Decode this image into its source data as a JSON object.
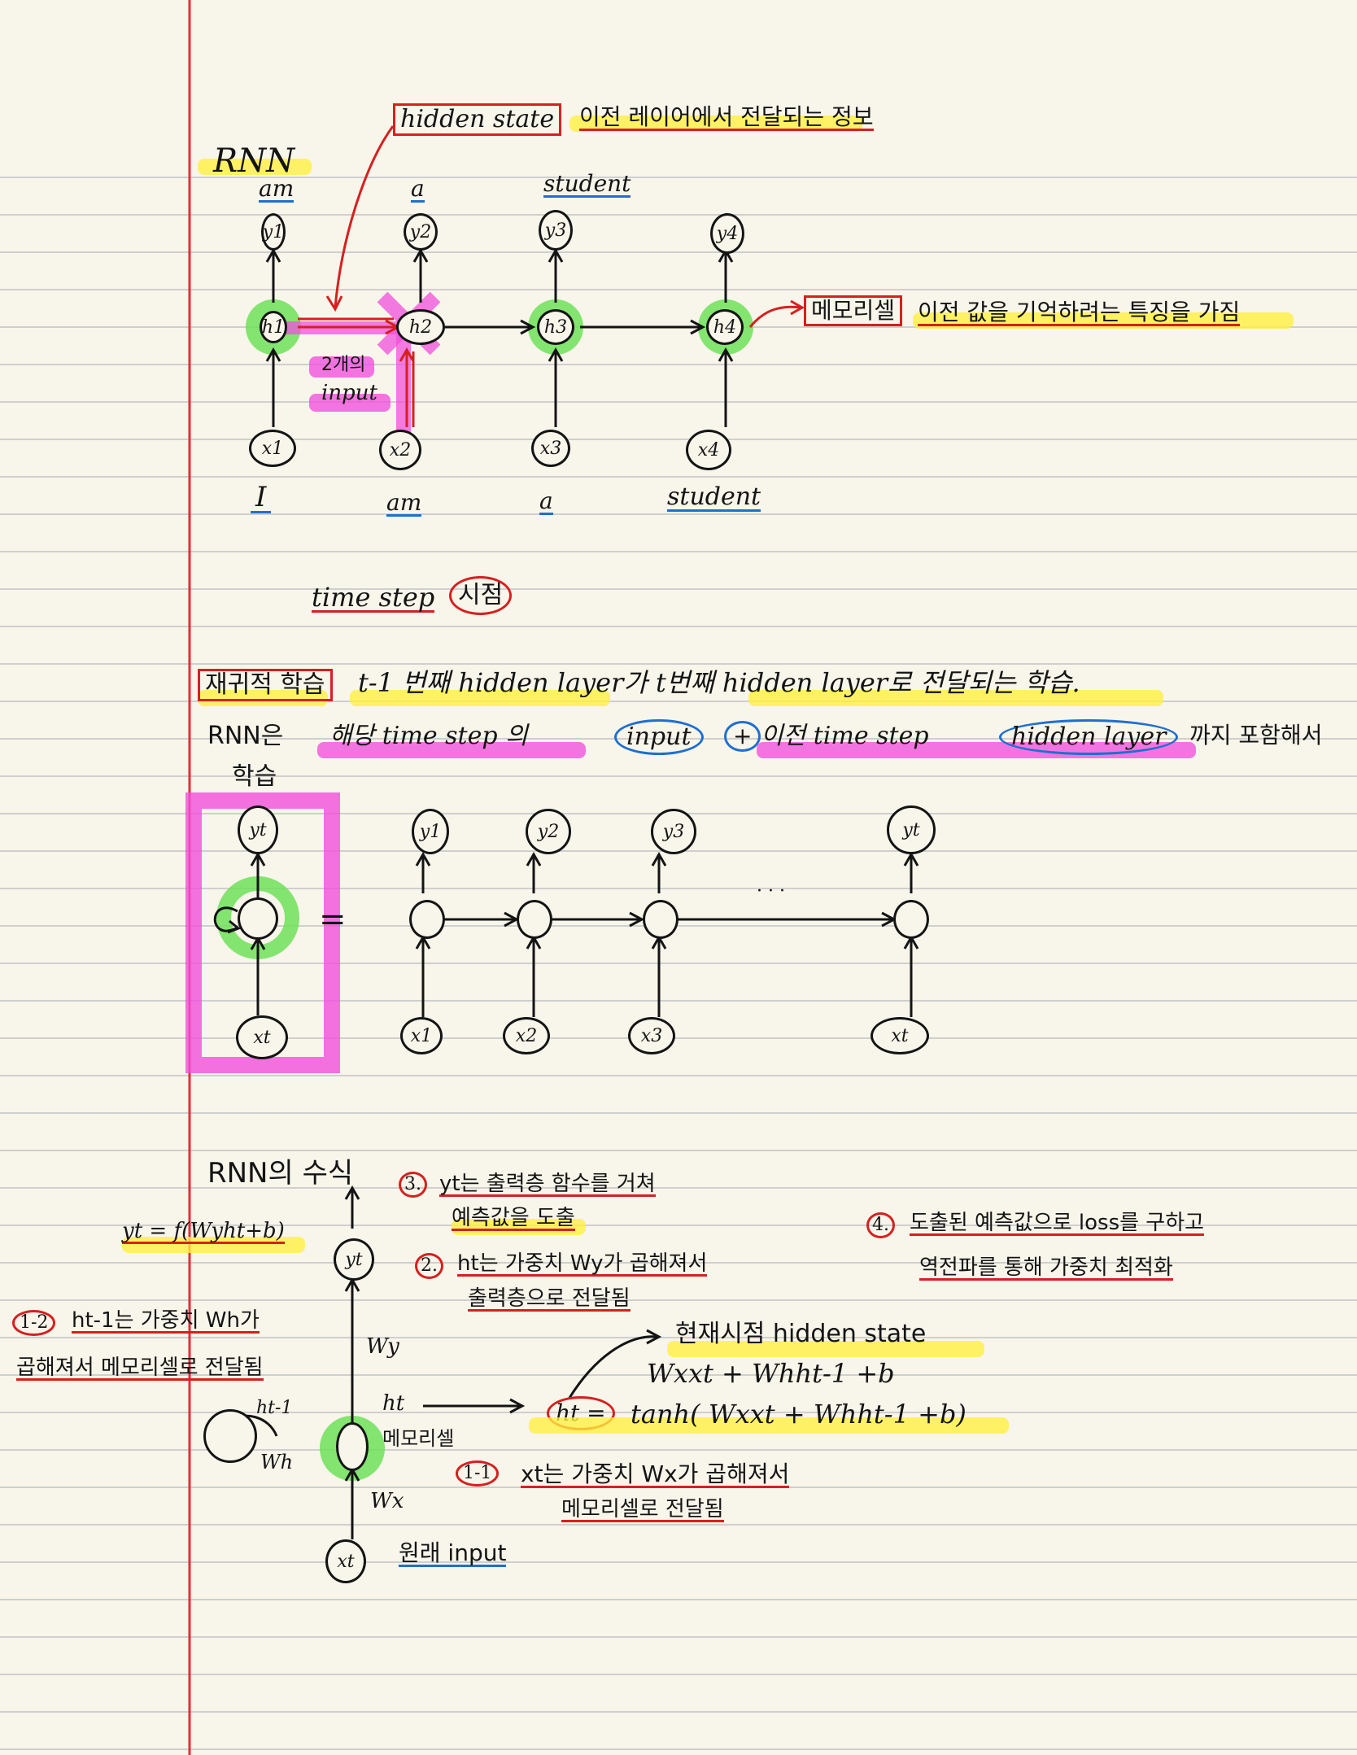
{
  "rnn_section": {
    "title": "RNN",
    "hidden_state_label": "hidden state",
    "hidden_state_desc": "이전 레이어에서 전달되는 정보",
    "memory_cell_label": "메모리셀",
    "memory_cell_desc": "이전 값을 기억하려는 특징을 가짐",
    "two_input_line1": "2개의",
    "two_input_line2": "input",
    "top_words": [
      "am",
      "a",
      "student"
    ],
    "bottom_words": [
      "I",
      "am",
      "a",
      "student"
    ],
    "y_nodes": [
      "y1",
      "y2",
      "y3",
      "y4"
    ],
    "h_nodes": [
      "h1",
      "h2",
      "h3",
      "h4"
    ],
    "x_nodes": [
      "x1",
      "x2",
      "x3",
      "x4"
    ]
  },
  "time_step": {
    "label": "time step",
    "korean": "시점"
  },
  "recursive": {
    "title": "재귀적 학습",
    "line1": "t-1 번째 hidden layer가 t번째 hidden layer로 전달되는 학습.",
    "line2_prefix": "RNN은",
    "line2_a": "해당 time step 의",
    "line2_input": "input",
    "line2_plus": "+",
    "line2_b": "이전 time step",
    "line2_hidden": "hidden layer",
    "line2_suffix": "까지 포함해서",
    "line3": "학습",
    "equals": "=",
    "ellipsis": "· · ·",
    "folded": {
      "y": "yt",
      "x": "xt"
    },
    "unrolled_y": [
      "y1",
      "y2",
      "y3",
      "yt"
    ],
    "unrolled_x": [
      "x1",
      "x2",
      "x3",
      "xt"
    ]
  },
  "formula": {
    "title": "RNN의 수식",
    "y_formula": "yt = f(Wyht+b)",
    "step3_num": "3.",
    "step3_a": "yt는 출력층 함수를 거쳐",
    "step3_b": "예측값을 도출",
    "step2_num": "2.",
    "step2_a": "ht는 가중치 Wy가 곱해져서",
    "step2_b": "출력층으로 전달됨",
    "step4_num": "4.",
    "step4_a": "도출된 예측값으로 loss를 구하고",
    "step4_b": "역전파를 통해 가중치 최적화",
    "step12_num": "1-2",
    "step12_a": "ht-1는 가중치 Wh가",
    "step12_b": "곱해져서 메모리셀로 전달됨",
    "current_hidden": "현재시점 hidden state",
    "linear": "Wxxt + Whht-1 +b",
    "ht_eq": "ht =",
    "tanh": "tanh( Wxxt + Whht-1 +b)",
    "step11_num": "1-1",
    "step11_a": "xt는 가중치 Wx가 곱해져서",
    "step11_b": "메모리셀로 전달됨",
    "original_input": "원래 input",
    "node_yt": "yt",
    "node_xt": "xt",
    "wy": "Wy",
    "wx": "Wx",
    "wh": "Wh",
    "ht_prev": "ht-1",
    "ht_label": "ht",
    "memory_cell": "메모리셀"
  },
  "colors": {
    "paper": "#f8f5ea",
    "rule_line": "#c9c9c9",
    "margin_line": "#e0303a",
    "ink": "#141414",
    "red": "#d62020",
    "blue": "#1f6fd0",
    "yellow": "#fff03c",
    "magenta": "#f050dc",
    "green": "#6fe05a"
  }
}
